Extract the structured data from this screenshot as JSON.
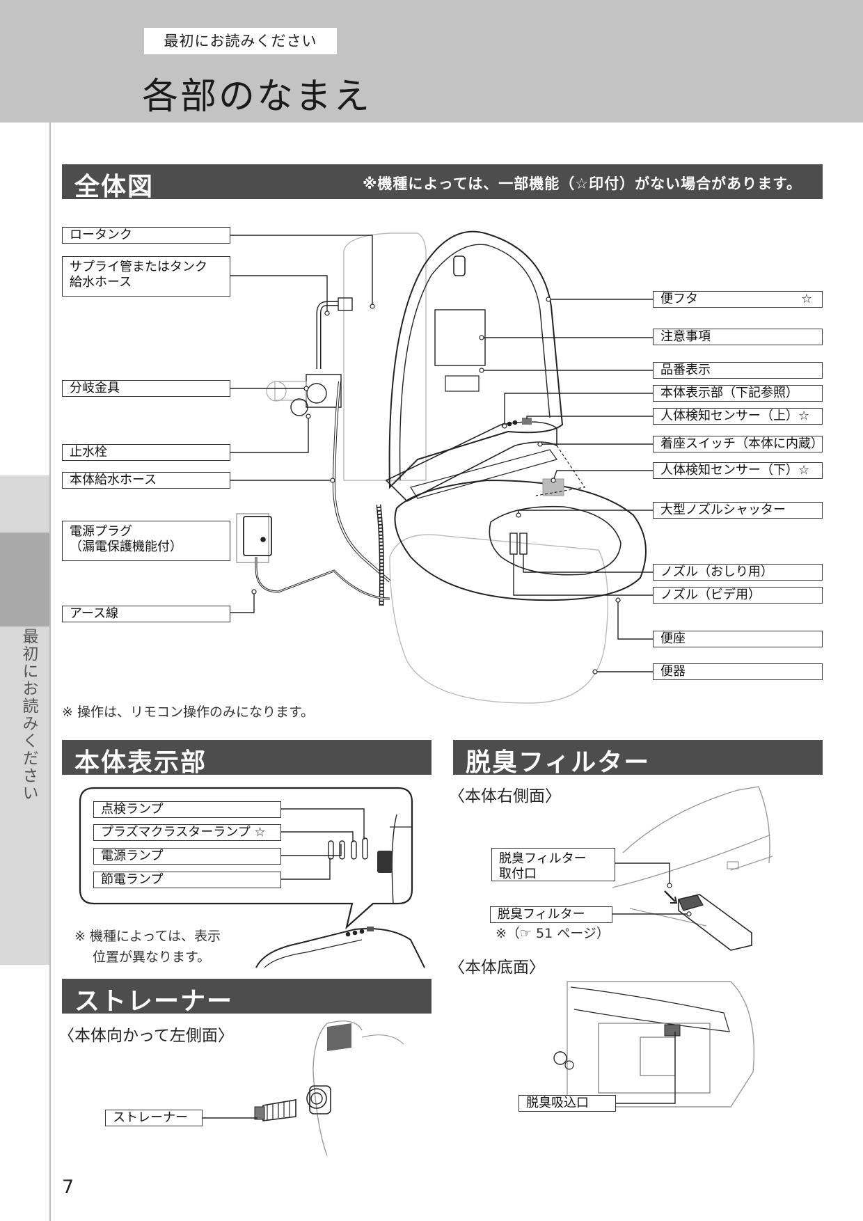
{
  "header": {
    "first_read": "最初にお読みください",
    "title": "各部のなまえ"
  },
  "side_tab": {
    "label": "最初にお読みください"
  },
  "overview": {
    "heading": "全体図",
    "note": "※機種によっては、一部機能（☆印付）がない場合があります。",
    "labels_left": {
      "low_tank": "ロータンク",
      "supply_line1": "サプライ管またはタンク",
      "supply_line2": "給水ホース",
      "branch": "分岐金具",
      "stop_valve": "止水栓",
      "body_hose": "本体給水ホース",
      "plug_line1": "電源プラグ",
      "plug_line2": "（漏電保護機能付）",
      "earth": "アース線"
    },
    "labels_right": {
      "lid": "便フタ",
      "lid_star": "☆",
      "caution": "注意事項",
      "model_no": "品番表示",
      "display": "本体表示部（下記参照）",
      "sensor_top": "人体検知センサー（上）☆",
      "seat_switch": "着座スイッチ（本体に内蔵）",
      "sensor_bottom": "人体検知センサー（下）☆",
      "shutter": "大型ノズルシャッター",
      "nozzle_rear": "ノズル（おしり用）",
      "nozzle_bidet": "ノズル（ビデ用）",
      "seat": "便座",
      "bowl": "便器"
    },
    "remote_note": "※ 操作は、リモコン操作のみになります。"
  },
  "display_section": {
    "heading": "本体表示部",
    "labels": {
      "check": "点検ランプ",
      "plasma": "プラズマクラスターランプ ☆",
      "power": "電源ランプ",
      "eco": "節電ランプ"
    },
    "note_line1": "※ 機種によっては、表示",
    "note_line2": "位置が異なります。"
  },
  "filter_section": {
    "heading": "脱臭フィルター",
    "right_side": "〈本体右側面〉",
    "mount_line1": "脱臭フィルター",
    "mount_line2": "取付口",
    "filter": "脱臭フィルター",
    "ref": "※（☞ 51 ページ）",
    "bottom": "〈本体底面〉",
    "intake": "脱臭吸込口"
  },
  "strainer_section": {
    "heading": "ストレーナー",
    "left_side": "〈本体向かって左側面〉",
    "strainer": "ストレーナー"
  },
  "page_number": "7"
}
